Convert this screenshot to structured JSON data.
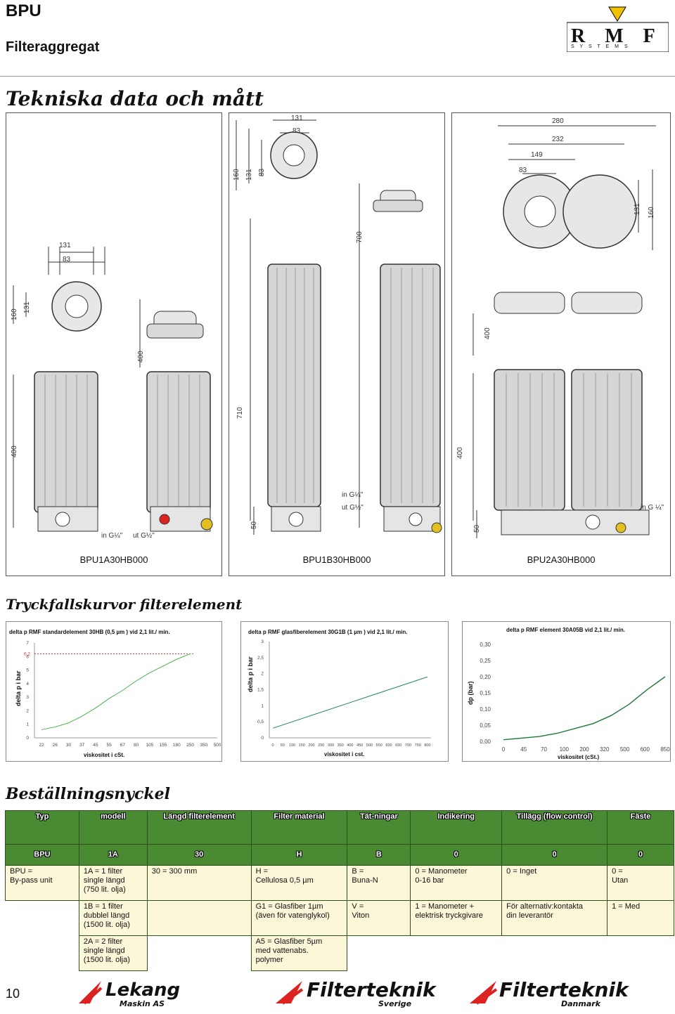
{
  "header": {
    "product": "BPU",
    "subtitle": "Filteraggregat",
    "logo_text": "RMF",
    "logo_sub": "S Y S T E M S"
  },
  "tech_section": {
    "title": "Tekniska data och mått"
  },
  "drawings": {
    "p1": {
      "caption": "BPU1A30HB000",
      "dims": {
        "w131": "131",
        "w83": "83",
        "h160": "160",
        "h131": "131",
        "h400a": "400",
        "h400b": "400"
      },
      "ports": {
        "in": "in G¼\"",
        "out": "ut G½\""
      }
    },
    "p2": {
      "caption": "BPU1B30HB000",
      "dims": {
        "w131": "131",
        "w83": "83",
        "h160": "160",
        "h131": "131",
        "h83": "83",
        "h700": "700",
        "h710": "710",
        "h50": "50"
      },
      "ports": {
        "in": "in G¼\"",
        "out": "ut G½\""
      }
    },
    "p3": {
      "caption": "BPU2A30HB000",
      "dims": {
        "w280": "280",
        "w232": "232",
        "w149": "149",
        "w83": "83",
        "h131": "131",
        "h160": "160",
        "h400a": "400",
        "h400b": "400",
        "h50": "50"
      },
      "ports": {
        "in": "in G ¼\""
      }
    }
  },
  "curves_section": {
    "title": "Tryckfallskurvor filterelement"
  },
  "charts": [
    {
      "chart_data": {
        "type": "line",
        "title": "delta p  RMF standardelement 30HB (0,5 µm ) vid 2,1 lit./ min.",
        "xlabel": "viskositet i cSt.",
        "ylabel": "delta p  i bar",
        "categories": [
          "22",
          "26",
          "30",
          "37",
          "45",
          "55",
          "67",
          "80",
          "105",
          "155",
          "180",
          "250",
          "350",
          "500"
        ],
        "yticks": [
          "0",
          "1",
          "2",
          "3",
          "4",
          "5",
          "6",
          "7"
        ],
        "ylim": [
          0,
          7
        ],
        "marker": "6,2",
        "values": [
          0.6,
          0.8,
          1.1,
          1.6,
          2.2,
          2.9,
          3.5,
          4.2,
          4.8,
          5.3,
          5.8,
          6.2
        ],
        "color": "#4caf50"
      }
    },
    {
      "chart_data": {
        "type": "line",
        "title": "delta p  RMF glasfiberelement 30G1B (1 µm ) vid 2,1 lit./ min.",
        "xlabel": "viskositet i cst.",
        "ylabel": "delta p  i bar",
        "categories": [
          "0",
          "50",
          "100",
          "150",
          "200",
          "250",
          "300",
          "350",
          "400",
          "450",
          "500",
          "550",
          "600",
          "650",
          "700",
          "750",
          "800"
        ],
        "yticks": [
          "0",
          "0,5",
          "1",
          "1,5",
          "2",
          "2,5",
          "3"
        ],
        "ylim": [
          0,
          3
        ],
        "x": [
          0,
          800
        ],
        "y": [
          0.3,
          1.9
        ],
        "color": "#1e8a5a"
      }
    },
    {
      "chart_data": {
        "type": "line",
        "title": "delta p RMF element 30A05B vid 2,1 lit./ min.",
        "xlabel": "viskositet (cSt.)",
        "ylabel": "dp (bar)",
        "categories": [
          "0",
          "45",
          "70",
          "100",
          "200",
          "320",
          "500",
          "600",
          "850"
        ],
        "yticks": [
          "0,00",
          "0,05",
          "0,10",
          "0,15",
          "0,20",
          "0,25",
          "0,30"
        ],
        "ylim": [
          0,
          0.3
        ],
        "values": [
          0.005,
          0.01,
          0.015,
          0.025,
          0.04,
          0.055,
          0.08,
          0.115,
          0.16,
          0.2
        ],
        "color": "#1e7a3a"
      }
    }
  ],
  "order_section": {
    "title": "Beställningsnyckel"
  },
  "order_key": {
    "headers": [
      "Typ",
      "modell",
      "Längd filterelement",
      "Filter material",
      "Tät-ningar",
      "Indikering",
      "Tillägg (flow control)",
      "Fäste"
    ],
    "code": [
      "BPU",
      "1A",
      "30",
      "H",
      "B",
      "0",
      "0",
      "0"
    ],
    "row1": [
      "BPU =\nBy-pass unit",
      "1A = 1 filter\nsingle längd\n(750 lit. olja)",
      "30 = 300 mm",
      "H =\nCellulosa 0,5 µm",
      "B =\nBuna-N",
      "0 = Manometer\n0-16 bar",
      "0 = Inget",
      "0 =\nUtan"
    ],
    "row2": [
      "",
      "1B = 1 filter\ndubblel längd\n(1500 lit. olja)",
      "",
      "G1 = Glasfiber 1µm\n(även för vatenglykol)",
      "V =\nViton",
      "1 = Manometer +\nelektrisk tryckgivare",
      "För alternativ:kontakta\ndin leverantör",
      "1 = Med"
    ],
    "row3": [
      "",
      "2A = 2 filter\nsingle längd\n(1500 lit. olja)",
      "",
      "A5 = Glasfiber 5µm\nmed vattenabs.\npolymer",
      "",
      "",
      "",
      ""
    ]
  },
  "footer": {
    "page": "10",
    "logos": [
      {
        "name": "Lekang",
        "sub": "Maskin AS"
      },
      {
        "name": "Filterteknik",
        "sub": "Sverige"
      },
      {
        "name": "Filterteknik",
        "sub": "Danmark"
      }
    ]
  }
}
